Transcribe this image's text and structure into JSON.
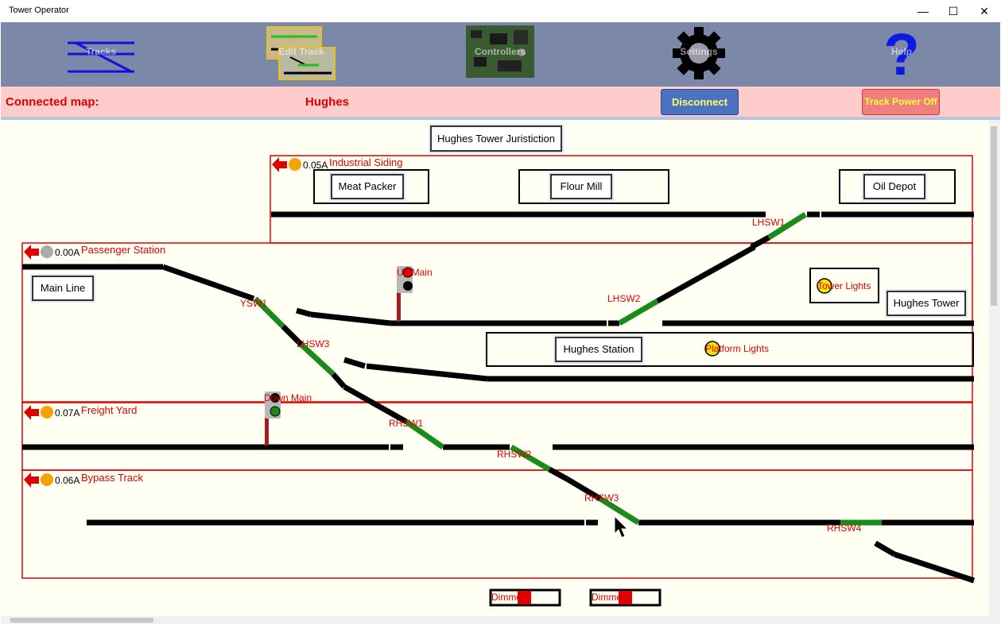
{
  "window": {
    "title": "Tower Operator",
    "minimize": "—",
    "maximize": "☐",
    "close": "✕"
  },
  "toolbar": {
    "items": [
      {
        "label": "Tracks",
        "icon": "track-icon"
      },
      {
        "label": "Edit Track",
        "icon": "switch-icon"
      },
      {
        "label": "Controllers",
        "icon": "circuit-board-icon"
      },
      {
        "label": "Settings",
        "icon": "gear-icon"
      },
      {
        "label": "Help",
        "icon": "question-icon"
      }
    ]
  },
  "status": {
    "connected_label": "Connected map:",
    "map_name": "Hughes",
    "disconnect_label": "Disconnect",
    "track_power_label": "Track Power Off",
    "colors": {
      "label": "#e00000",
      "disconnect_bg": "#4a72c0",
      "power_bg": "#f08080"
    }
  },
  "layout": {
    "header_button": "Hughes Tower Juristiction",
    "sections": [
      {
        "name": "Industrial Siding",
        "current": "0.05A",
        "status_color": "#f5a300"
      },
      {
        "name": "Passenger Station",
        "current": "0.00A",
        "status_color": "#aaaaaa"
      },
      {
        "name": "Freight Yard",
        "current": "0.07A",
        "status_color": "#f5a300"
      },
      {
        "name": "Bypass Track",
        "current": "0.06A",
        "status_color": "#f5a300"
      }
    ],
    "buildings": {
      "meat_packer": "Meat Packer",
      "flour_mill": "Flour Mill",
      "oil_depot": "Oil Depot",
      "main_line": "Main Line",
      "hughes_tower": "Hughes Tower",
      "hughes_station": "Hughes Station"
    },
    "switches": [
      "LHSW1",
      "LHSW2",
      "YSW1",
      "LHSW3",
      "RHSW1",
      "RHSW2",
      "RHSW3",
      "RHSW4"
    ],
    "signals": {
      "up_main": "Up Main",
      "down_main": "Down Main"
    },
    "lights": {
      "tower_lights": "Tower Lights",
      "platform_lights": "Platform Lights"
    },
    "dimmers": [
      "Dimmer1",
      "Dimmer2"
    ]
  }
}
